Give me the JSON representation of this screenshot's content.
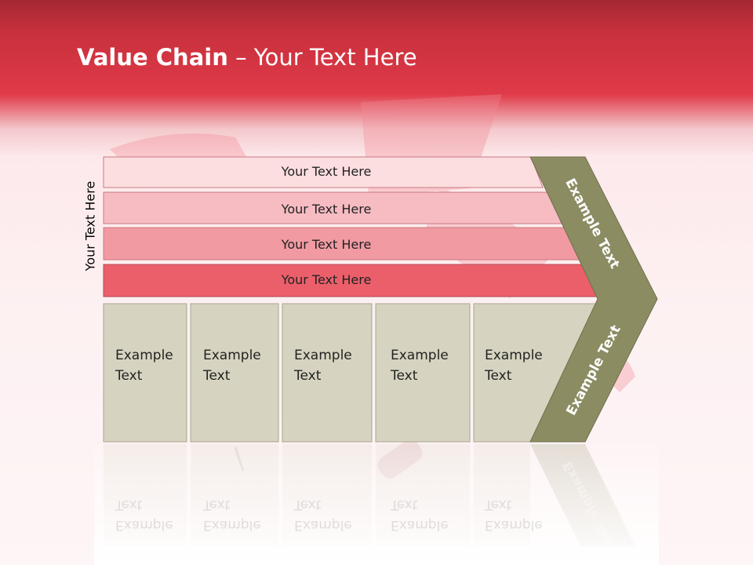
{
  "title": {
    "bold": "Value Chain",
    "rest": " – Your Text Here"
  },
  "side_label": "Your Text Here",
  "support_layers": [
    {
      "label": "Your Text Here",
      "color": "#fcdde0"
    },
    {
      "label": "Your Text Here",
      "color": "#f6bcc2"
    },
    {
      "label": "Your Text Here",
      "color": "#f19aa2"
    },
    {
      "label": "Your Text Here",
      "color": "#eb5f6b"
    }
  ],
  "primary_columns": [
    {
      "label": "Example\nText"
    },
    {
      "label": "Example\nText"
    },
    {
      "label": "Example\nText"
    },
    {
      "label": "Example\nText"
    },
    {
      "label": "Example\nText"
    }
  ],
  "chevron": {
    "upper_label": "Example Text",
    "lower_label": "Example Text",
    "color": "#8c8c63"
  },
  "colors": {
    "header": "#e03a48",
    "column_fill": "#d6d4c0",
    "column_border": "#a8a690"
  }
}
